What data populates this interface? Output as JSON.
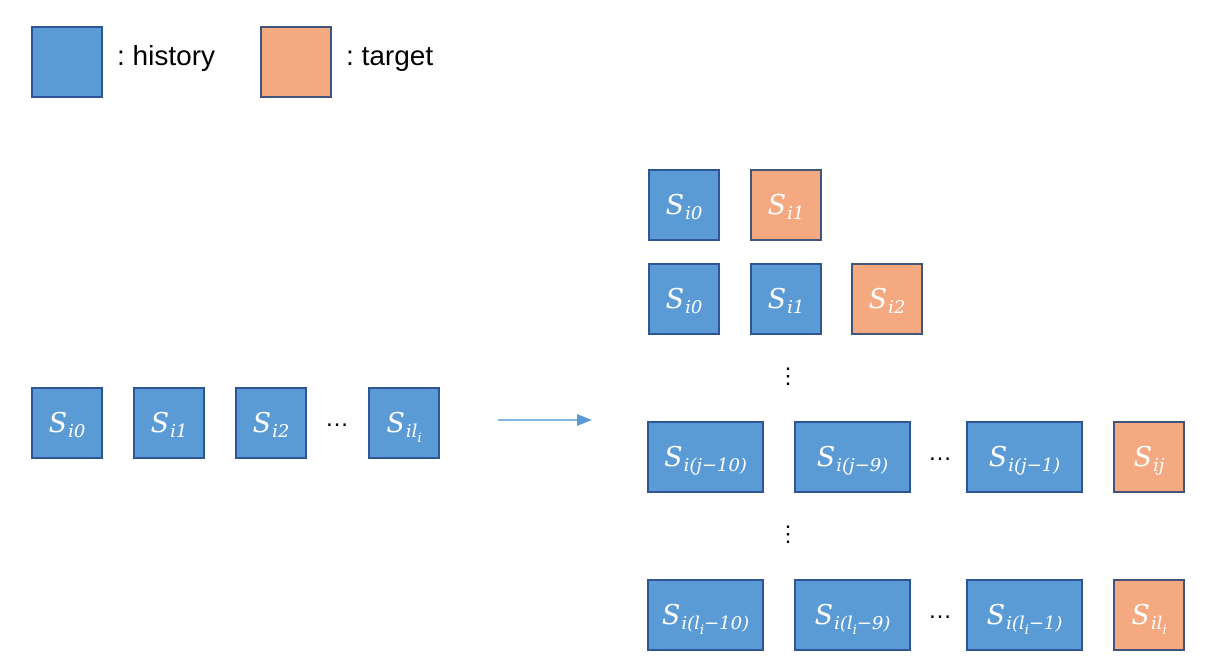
{
  "legend": {
    "history_label": ": history",
    "target_label": ": target"
  },
  "colors": {
    "history": "#5B9BD5",
    "target": "#F4A981",
    "border": "#2F5597",
    "arrow": "#5B9BD5"
  },
  "symbol": "S",
  "input_sequence": {
    "items": [
      {
        "role": "history",
        "sub": "i0"
      },
      {
        "role": "history",
        "sub": "i1"
      },
      {
        "role": "history",
        "sub": "i2"
      },
      {
        "role": "history",
        "sub": "il",
        "subsub": "i"
      }
    ],
    "ellipsis": "…"
  },
  "output_rows": [
    {
      "items": [
        {
          "role": "history",
          "sub": "i0"
        },
        {
          "role": "target",
          "sub": "i1"
        }
      ]
    },
    {
      "items": [
        {
          "role": "history",
          "sub": "i0"
        },
        {
          "role": "history",
          "sub": "i1"
        },
        {
          "role": "target",
          "sub": "i2"
        }
      ]
    },
    {
      "items": [
        {
          "role": "history",
          "sub": "i(j−10)"
        },
        {
          "role": "history",
          "sub": "i(j−9)"
        },
        {
          "role": "history",
          "sub": "i(j−1)"
        },
        {
          "role": "target",
          "sub": "ij"
        }
      ],
      "ellipsis": "…"
    },
    {
      "items": [
        {
          "role": "history",
          "sub": "i(l",
          "subsub": "i",
          "sub_after": "−10)"
        },
        {
          "role": "history",
          "sub": "i(l",
          "subsub": "i",
          "sub_after": "−9)"
        },
        {
          "role": "history",
          "sub": "i(l",
          "subsub": "i",
          "sub_after": "−1)"
        },
        {
          "role": "target",
          "sub": "il",
          "subsub": "i"
        }
      ],
      "ellipsis": "…"
    }
  ],
  "vertical_ellipsis": "⋮"
}
